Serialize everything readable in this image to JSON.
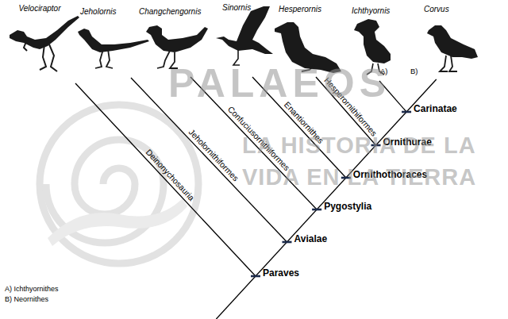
{
  "diagram": {
    "labels": [
      "Velociraptor",
      "Jeholornis",
      "Changchengornis",
      "Sinornis",
      "Hesperornis",
      "Ichthyornis",
      "Corvus",
      "Deinonychosauria",
      "Jeholornithiformes",
      "Confuciusornithiformes",
      "Enantiornithes",
      "Hesperornithiformes",
      "A)",
      "B)",
      "Carinatae",
      "Ornithurae",
      "Ornithothoraces",
      "Pygostylia",
      "Avialae",
      "Paraves",
      "A) Ichthyornithes",
      "B) Neornithes",
      "PALAEOS",
      "LA HISTORIA DE LA",
      "VIDA EN LA TIERRA"
    ]
  }
}
